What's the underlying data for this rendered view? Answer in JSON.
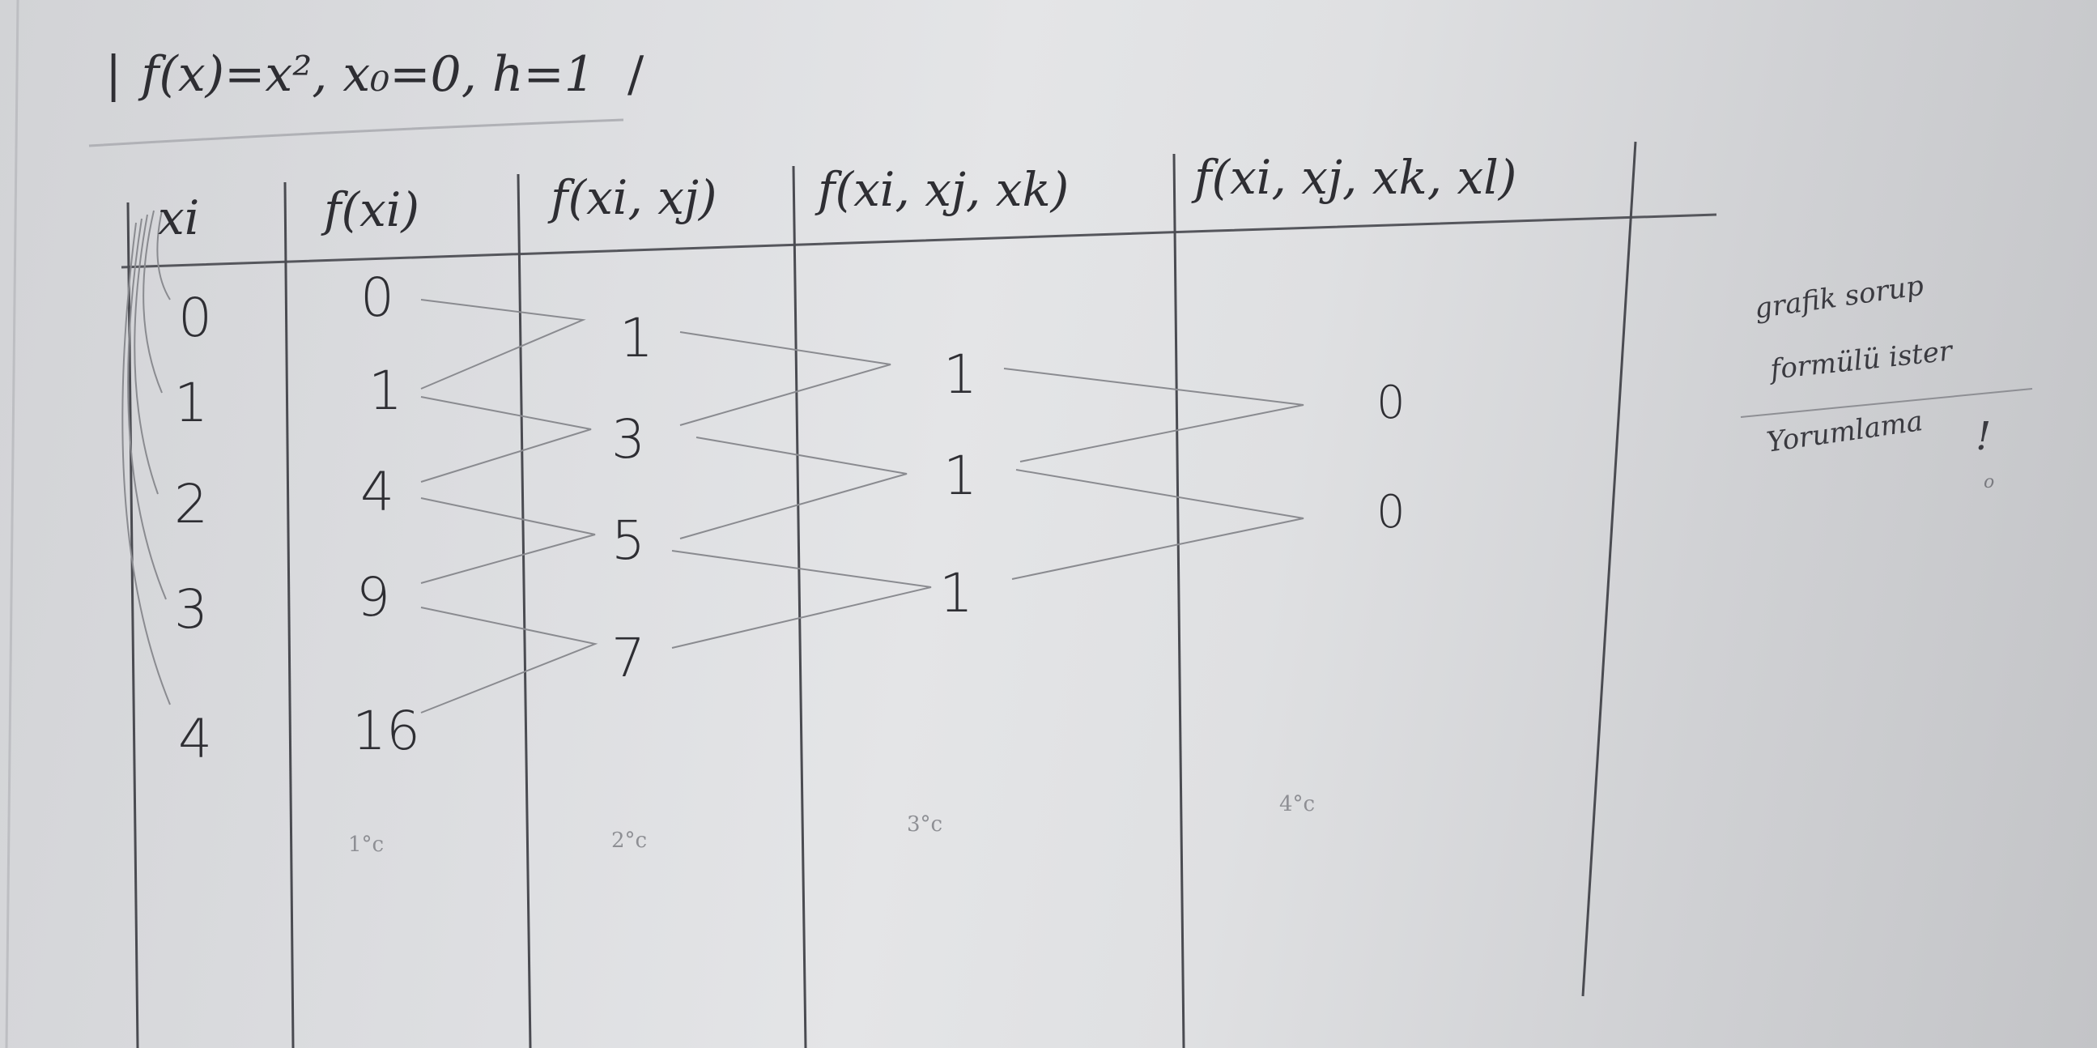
{
  "title": "f(x)=x², x₀=0, h=1",
  "headers": {
    "xi": "xi",
    "f_xi": "f(xi)",
    "f_xi_xj": "f(xi, xj)",
    "f_xi_xj_xk": "f(xi, xj, xk)",
    "f_xi_xj_xk_xl": "f(xi, xj, xk, xl)"
  },
  "columns": {
    "xi": [
      "0",
      "1",
      "2",
      "3",
      "4"
    ],
    "f_xi": [
      "0",
      "1",
      "4",
      "9",
      "16"
    ],
    "first_diff": [
      "1",
      "3",
      "5",
      "7"
    ],
    "second_diff": [
      "1",
      "1",
      "1"
    ],
    "third_diff": [
      "0",
      "0"
    ]
  },
  "order_labels": [
    "1°c",
    "2°c",
    "3°c",
    "4°c"
  ],
  "side_note": {
    "line1": "grafik sorup",
    "line2": "formülü ister",
    "line3": "Yorumlama"
  },
  "marks": {
    "exclam": "!",
    "o": "o"
  }
}
